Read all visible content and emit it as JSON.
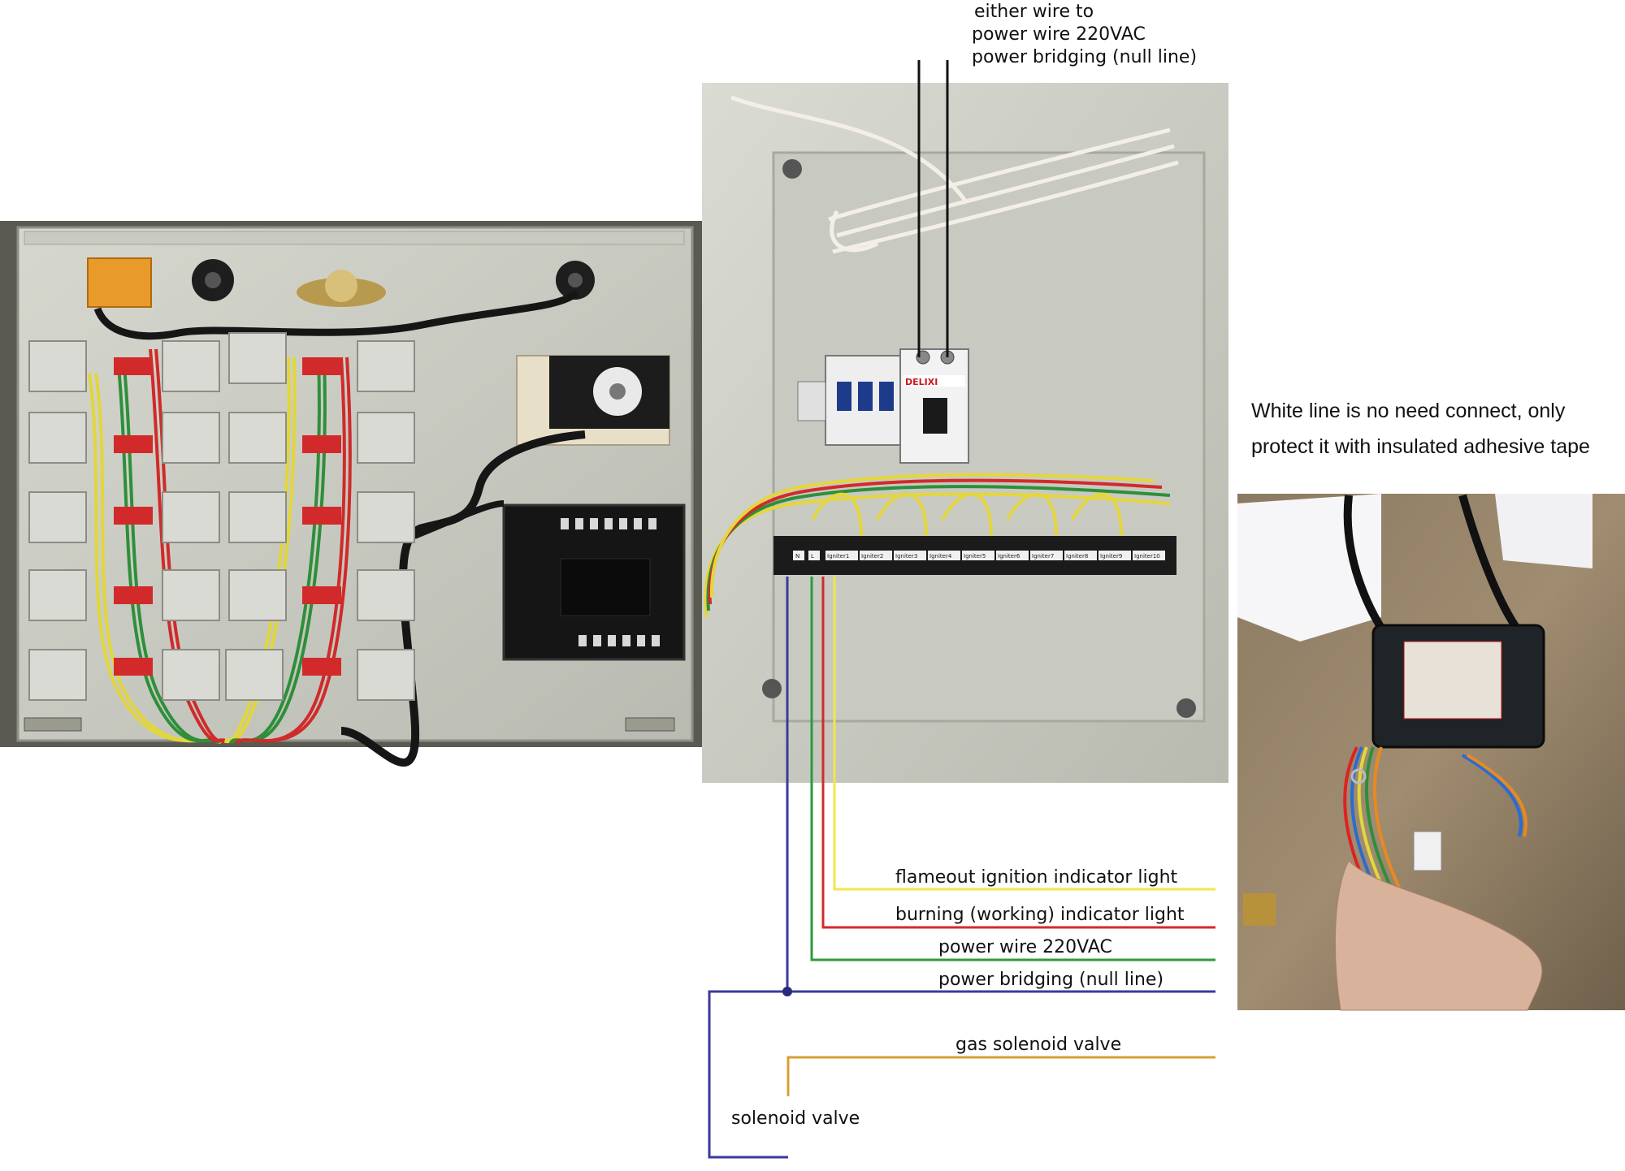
{
  "top_labels": {
    "line1": "either wire to",
    "line2": "power wire 220VAC",
    "line3": "power bridging (null line)"
  },
  "note": {
    "line1": "White line is no need connect, only",
    "line2": "protect it with insulated adhesive tape"
  },
  "wire_labels": {
    "yellow": "flameout ignition indicator light",
    "red": "burning (working) indicator light",
    "green": "power wire 220VAC",
    "blue": "power bridging (null line)",
    "gas": "gas solenoid valve",
    "solenoid": "solenoid valve"
  },
  "photo_text": {
    "breaker_brand": "DELIXI",
    "terminal_labels": [
      "N",
      "L",
      "Igniter1",
      "Igniter2",
      "Igniter3",
      "Igniter4",
      "Igniter5",
      "Igniter6",
      "Igniter7",
      "Igniter8",
      "Igniter9",
      "Igniter10"
    ]
  },
  "colors": {
    "yellow_wire": "#f2e64a",
    "red_wire": "#d42a2a",
    "green_wire": "#2e9a3e",
    "blue_wire": "#3a3a9a",
    "orange_wire": "#d8a030",
    "black_wire": "#111111"
  }
}
